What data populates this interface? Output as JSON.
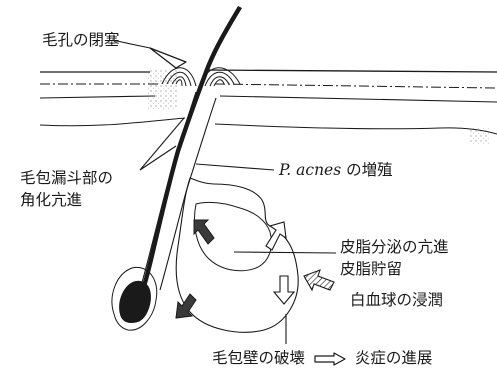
{
  "labels": {
    "pore_blockage": "毛孔の閉塞",
    "infundibulum_line1": "毛包漏斗部の",
    "infundibulum_line2": "角化亢進",
    "bacteria_species": "P. acnes",
    "bacteria_suffix": " の増殖",
    "sebum_line1": "皮脂分泌の亢進",
    "sebum_line2": "皮脂貯留",
    "leukocyte": "白血球の浸潤",
    "wall_destruction": "毛包壁の破壊",
    "inflammation": "炎症の進展"
  },
  "colors": {
    "ink": "#1a1a1a",
    "dark_arrow": "#3a3a3a",
    "light_arrow": "#ffffff",
    "background": "#ffffff"
  },
  "icons": {
    "progression_arrow": "hollow-right-arrow-icon",
    "sebum_flow_arrow": "dark-block-arrow-icon",
    "leukocyte_arrow": "hatched-block-arrow-icon"
  }
}
